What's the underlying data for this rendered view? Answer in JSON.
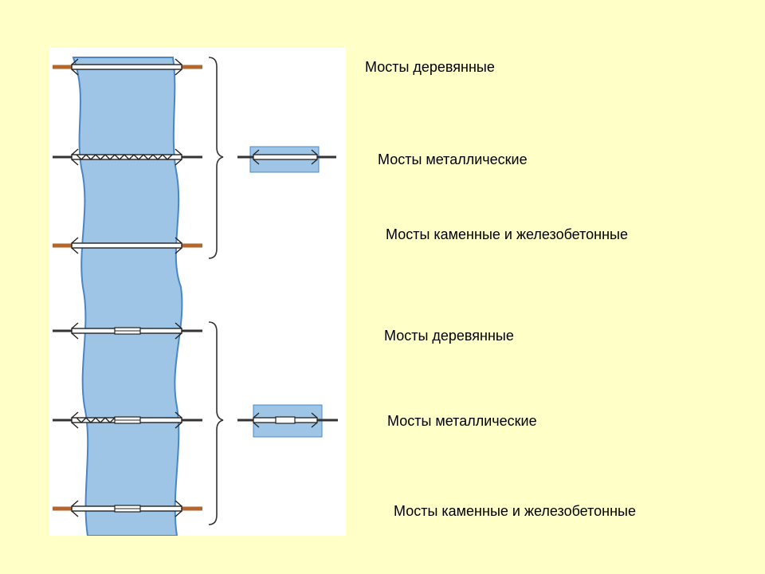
{
  "colors": {
    "background": "#ffffc8",
    "panel": "#ffffff",
    "water": "#9ec5e6",
    "water_edge": "#4a86c5",
    "wood": "#b5652e",
    "road": "#333333"
  },
  "captions": [
    {
      "label": "Мосты деревянные"
    },
    {
      "label": "Мосты металлические"
    },
    {
      "label": "Мосты каменные и железобетонные"
    },
    {
      "label": "Мосты деревянные"
    },
    {
      "label": "Мосты металлические"
    },
    {
      "label": "Мосты каменные и железобетонные"
    }
  ],
  "symbols": [
    {
      "kind": "wooden",
      "group": 1,
      "road": "wood"
    },
    {
      "kind": "metal",
      "group": 1,
      "road": "dark"
    },
    {
      "kind": "stone-concrete",
      "group": 1,
      "road": "wood"
    },
    {
      "kind": "wooden",
      "group": 2,
      "road": "dark"
    },
    {
      "kind": "metal",
      "group": 2,
      "road": "dark"
    },
    {
      "kind": "stone-concrete",
      "group": 2,
      "road": "wood"
    }
  ]
}
